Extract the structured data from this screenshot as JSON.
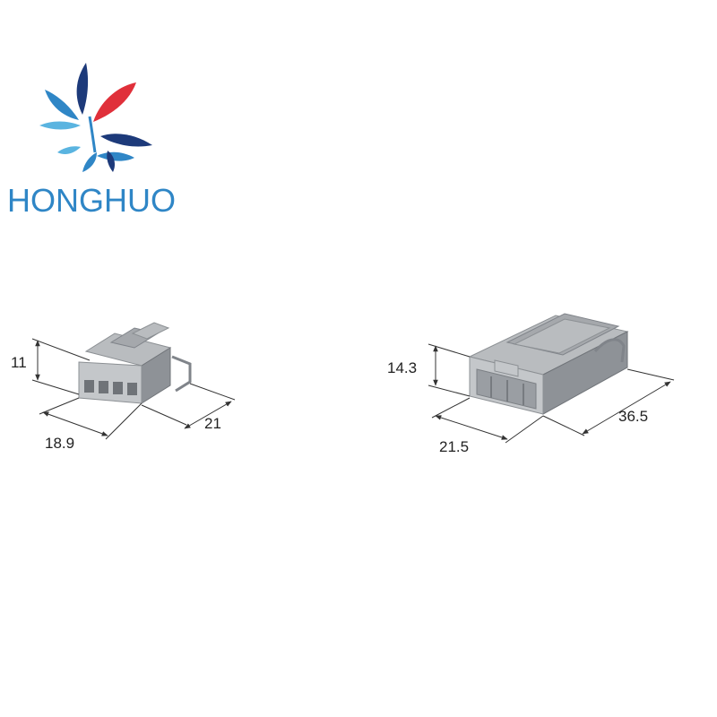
{
  "brand": {
    "name": "HONGHUO",
    "color_blue": "#2f86c6",
    "color_red": "#e0303a",
    "color_navy": "#1d3a7a",
    "color_light_blue": "#5ab4e0"
  },
  "connector_female": {
    "height_label": "11",
    "width_label": "18.9",
    "depth_label": "21"
  },
  "connector_male": {
    "height_label": "14.3",
    "width_label": "21.5",
    "depth_label": "36.5"
  },
  "colors": {
    "plastic": "#b9bcbf",
    "dimension_line": "#333333"
  }
}
